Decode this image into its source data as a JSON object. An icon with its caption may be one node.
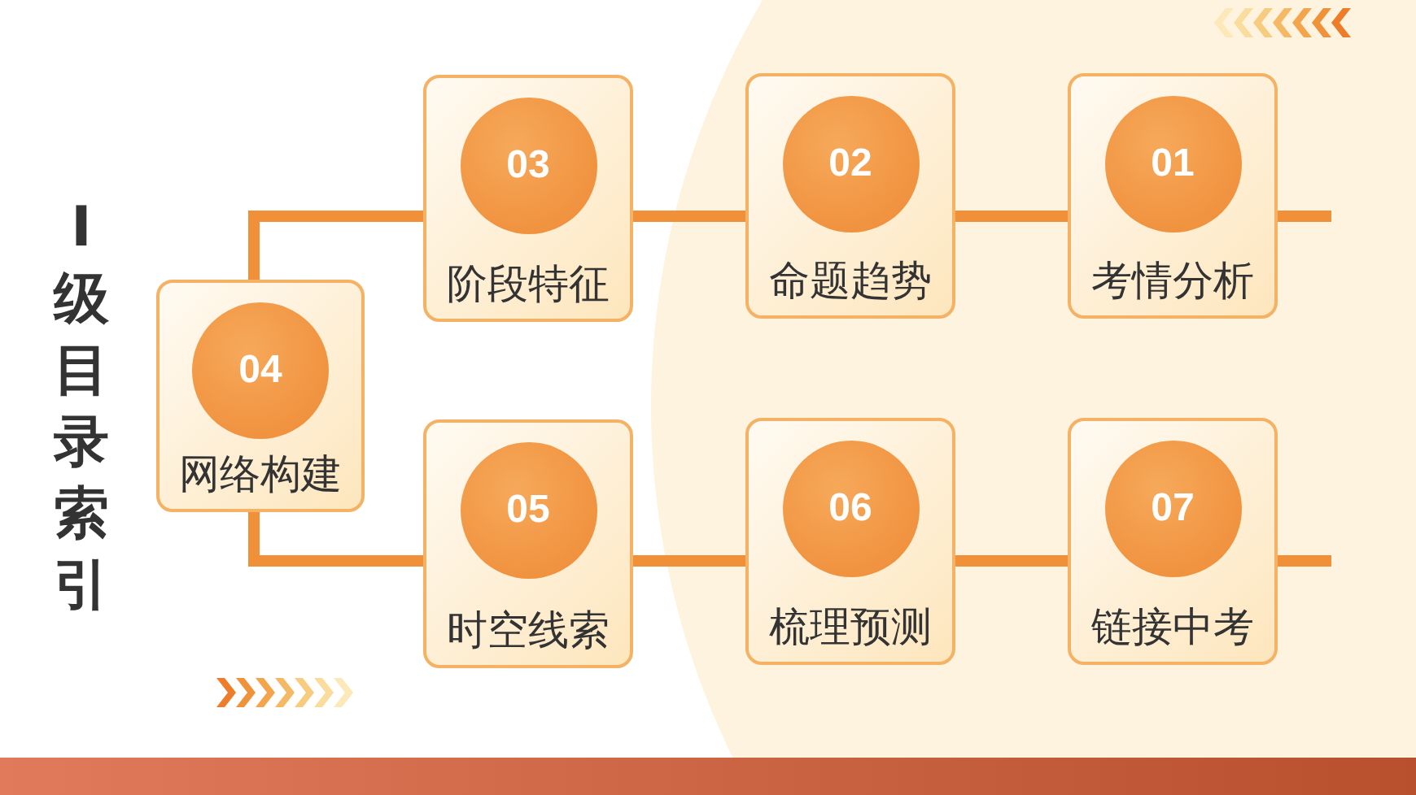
{
  "diagram": {
    "title": "I级目录索引",
    "nodes": [
      {
        "text": [
          "04",
          "网络构建"
        ]
      },
      {
        "text": [
          "03",
          "阶段特征"
        ]
      },
      {
        "text": [
          "02",
          "命题趋势"
        ]
      },
      {
        "text": [
          "01",
          "考情分析"
        ]
      },
      {
        "text": [
          "05",
          "时空线索"
        ]
      },
      {
        "text": [
          "06",
          "梳理预测"
        ]
      },
      {
        "text": [
          "07",
          "链接中考"
        ]
      }
    ],
    "edges": [
      {
        "from": 0,
        "to": 1,
        "arrow": "none"
      },
      {
        "from": 1,
        "to": 2,
        "arrow": "none"
      },
      {
        "from": 2,
        "to": 3,
        "arrow": "none"
      },
      {
        "from": 3,
        "to": null,
        "arrow": "none"
      },
      {
        "from": 0,
        "to": 4,
        "arrow": "none"
      },
      {
        "from": 4,
        "to": 5,
        "arrow": "none"
      },
      {
        "from": 5,
        "to": 6,
        "arrow": "none"
      },
      {
        "from": 6,
        "to": null,
        "arrow": "none"
      }
    ]
  }
}
